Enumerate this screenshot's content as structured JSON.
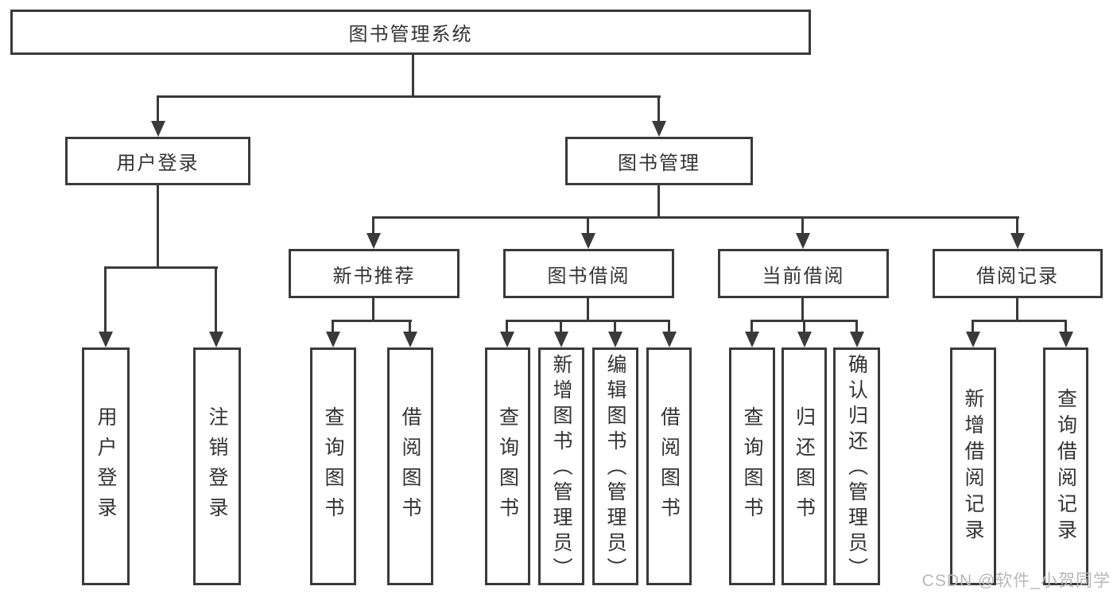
{
  "diagram": {
    "title": "图书管理系统",
    "level2": [
      {
        "label": "用户登录"
      },
      {
        "label": "图书管理"
      }
    ],
    "level3": [
      {
        "label": "新书推荐"
      },
      {
        "label": "图书借阅"
      },
      {
        "label": "当前借阅"
      },
      {
        "label": "借阅记录"
      }
    ],
    "leaves": [
      {
        "label": "用户登录",
        "parent": "用户登录"
      },
      {
        "label": "注销登录",
        "parent": "用户登录"
      },
      {
        "label": "查询图书",
        "parent": "新书推荐"
      },
      {
        "label": "借阅图书",
        "parent": "新书推荐"
      },
      {
        "label": "查询图书",
        "parent": "图书借阅"
      },
      {
        "label": "新增图书（管理员）",
        "parent": "图书借阅"
      },
      {
        "label": "编辑图书（管理员）",
        "parent": "图书借阅"
      },
      {
        "label": "借阅图书",
        "parent": "图书借阅"
      },
      {
        "label": "查询图书",
        "parent": "当前借阅"
      },
      {
        "label": "归还图书",
        "parent": "当前借阅"
      },
      {
        "label": "确认归还（管理员）",
        "parent": "当前借阅"
      },
      {
        "label": "新增借阅记录",
        "parent": "借阅记录"
      },
      {
        "label": "查询借阅记录",
        "parent": "借阅记录"
      }
    ]
  },
  "watermark": {
    "text": "CSDN @软件_小贺同学"
  },
  "colors": {
    "line": "#3a3a3a",
    "text": "#333333",
    "watermark": "#b8b8b8",
    "background": "#ffffff"
  }
}
